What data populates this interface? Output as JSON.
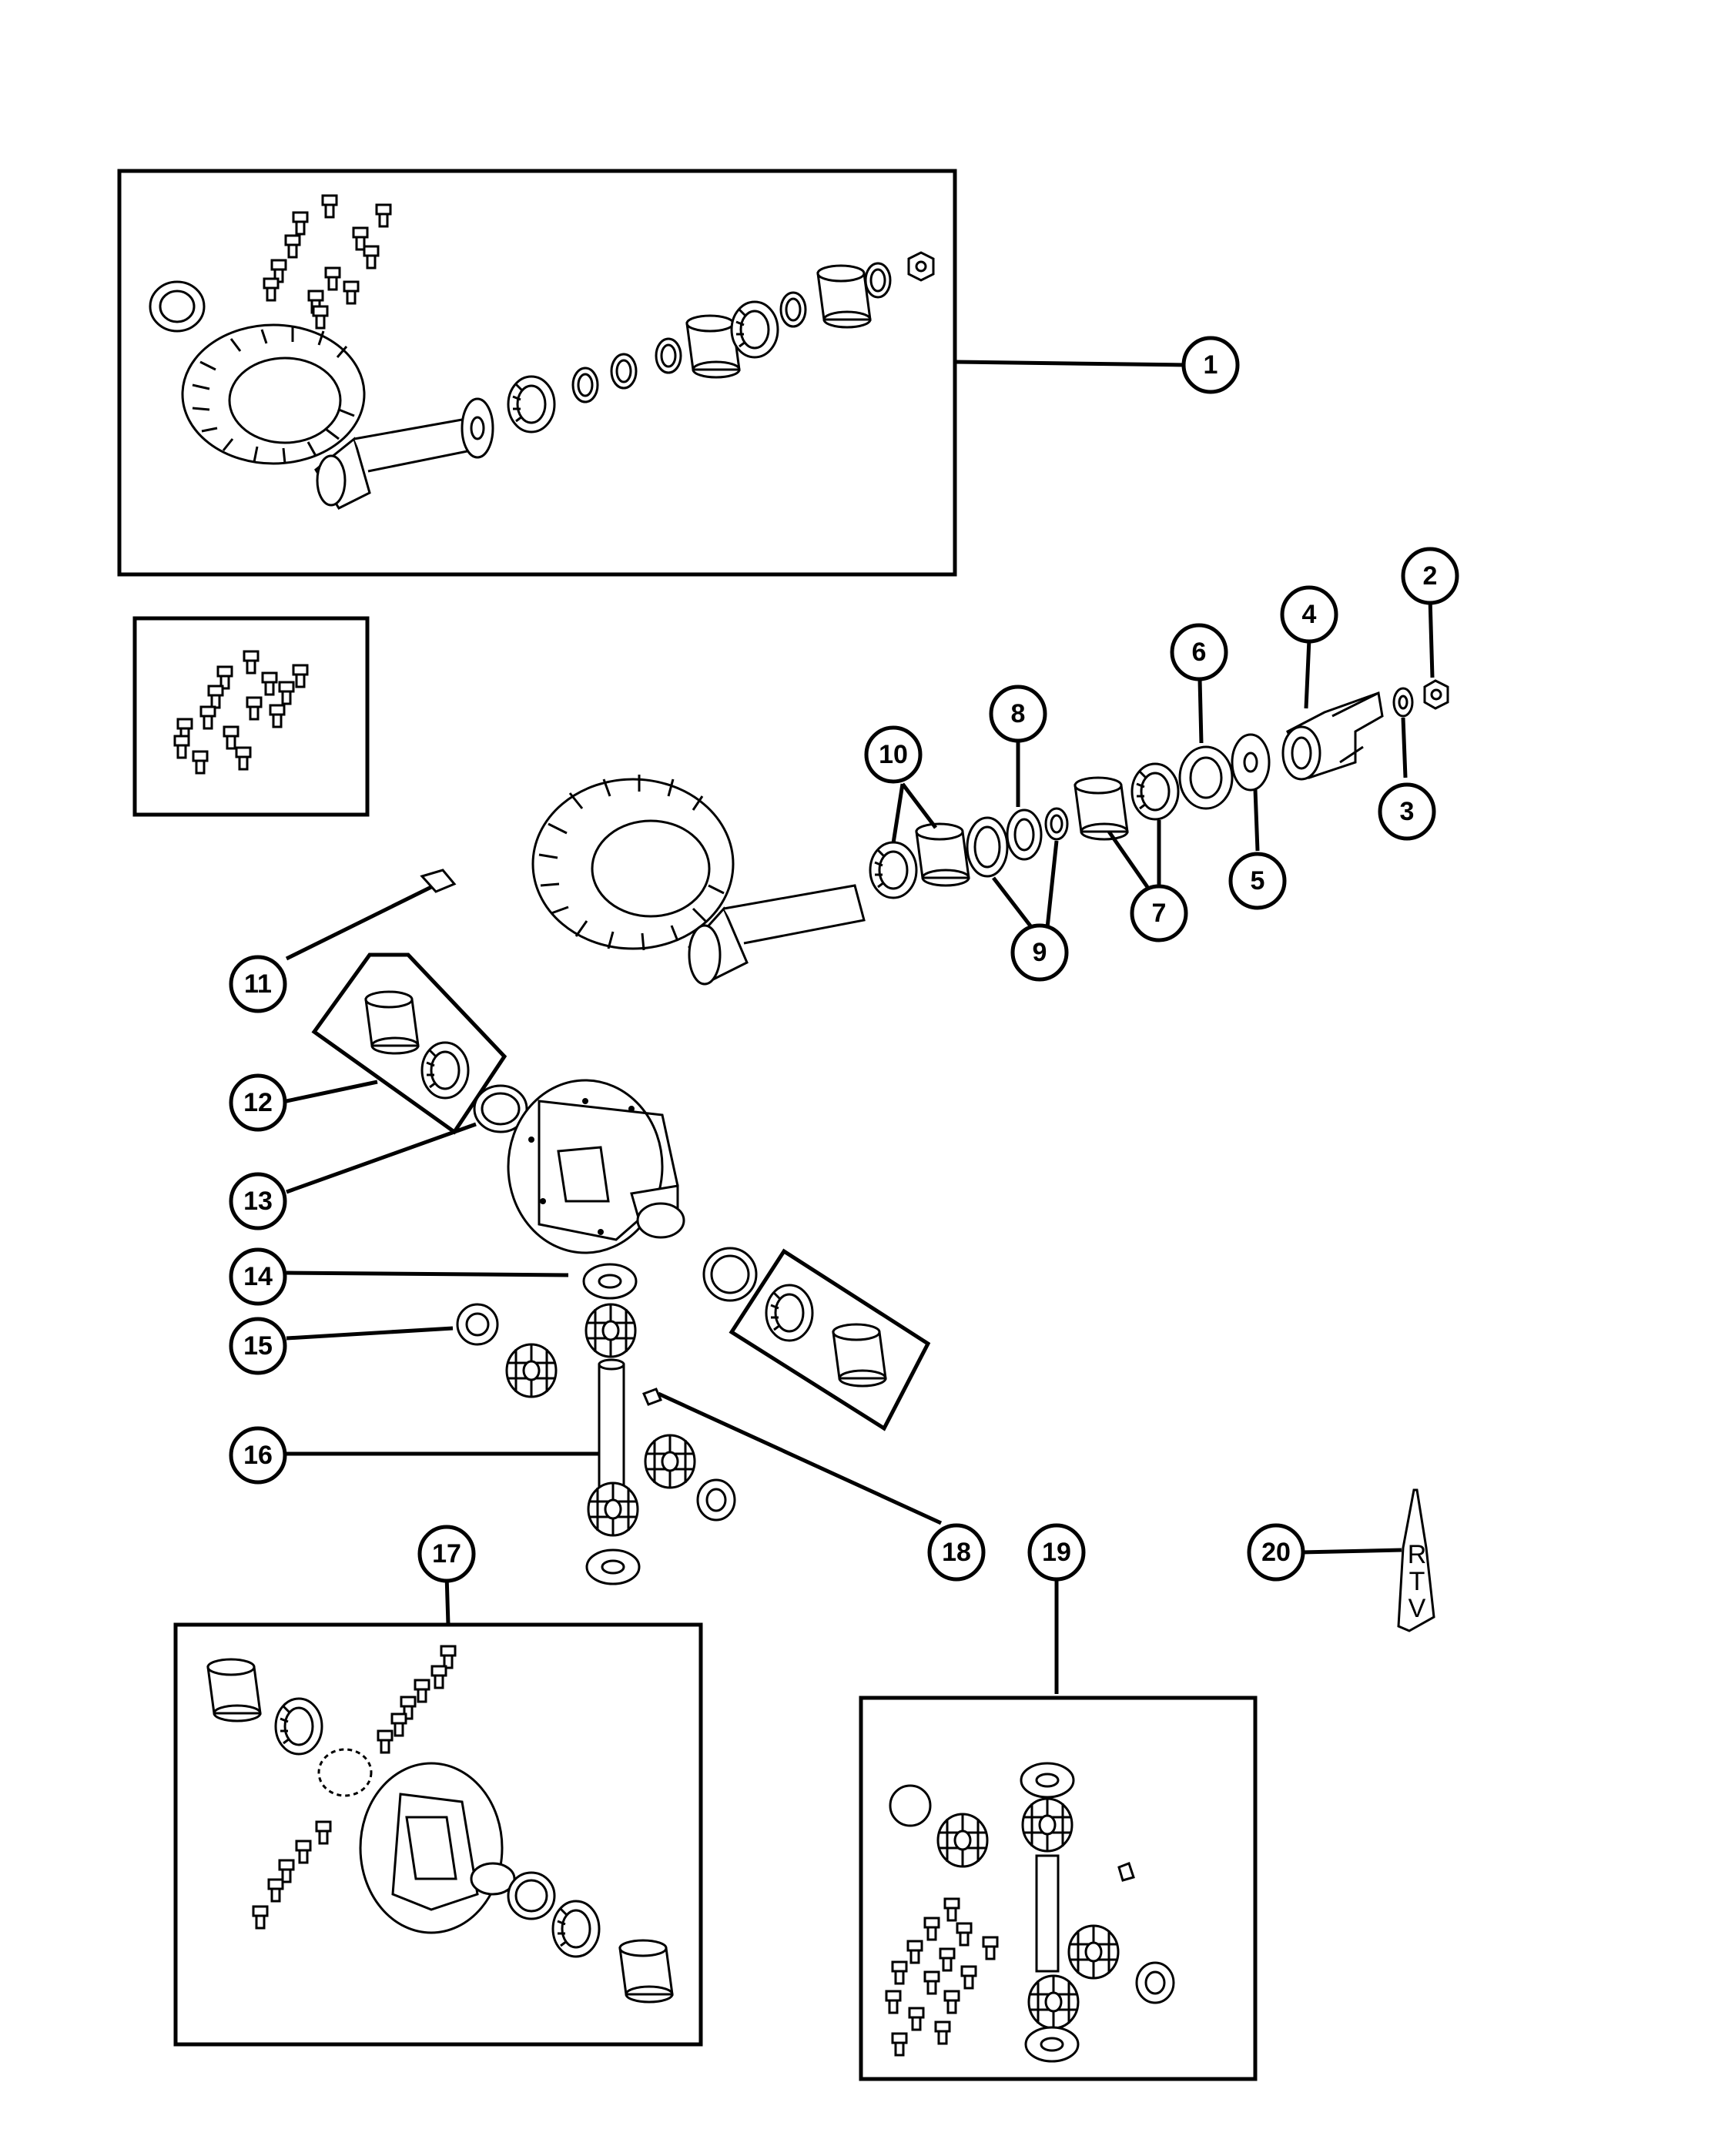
{
  "callouts": [
    {
      "id": "1",
      "label": "1"
    },
    {
      "id": "2",
      "label": "2"
    },
    {
      "id": "3",
      "label": "3"
    },
    {
      "id": "4",
      "label": "4"
    },
    {
      "id": "5",
      "label": "5"
    },
    {
      "id": "6",
      "label": "6"
    },
    {
      "id": "7",
      "label": "7"
    },
    {
      "id": "8",
      "label": "8"
    },
    {
      "id": "9",
      "label": "9"
    },
    {
      "id": "10",
      "label": "10"
    },
    {
      "id": "11",
      "label": "11"
    },
    {
      "id": "12",
      "label": "12"
    },
    {
      "id": "13",
      "label": "13"
    },
    {
      "id": "14",
      "label": "14"
    },
    {
      "id": "15",
      "label": "15"
    },
    {
      "id": "16",
      "label": "16"
    },
    {
      "id": "17",
      "label": "17"
    },
    {
      "id": "18",
      "label": "18"
    },
    {
      "id": "19",
      "label": "19"
    },
    {
      "id": "20",
      "label": "20"
    }
  ],
  "rtv_tube": {
    "letters": [
      "R",
      "T",
      "V"
    ]
  }
}
